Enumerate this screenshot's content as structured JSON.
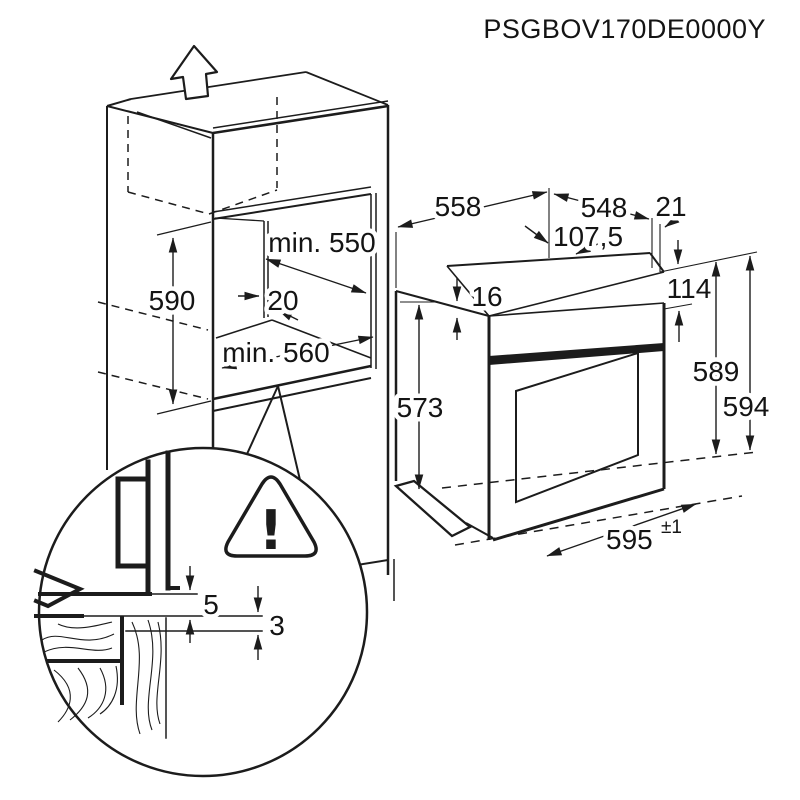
{
  "title": "PSGBOV170DE0000Y",
  "cabinet_dims": {
    "niche_height": "590",
    "niche_depth_top": "min. 550",
    "rear_gap": "20",
    "niche_depth_bottom": "min. 560"
  },
  "oven_dims": {
    "top_width": "558",
    "depth": "548",
    "rear_offset": "21",
    "control_offset": "107,5",
    "top_clearance": "16",
    "panel_height": "114",
    "body_height": "573",
    "rear_height": "589",
    "front_height": "594",
    "front_width": "595",
    "front_width_tolerance": "±1"
  },
  "detail_dims": {
    "upper_gap": "5",
    "lower_gap": "3"
  },
  "icons": {
    "warning_mark": "!"
  }
}
